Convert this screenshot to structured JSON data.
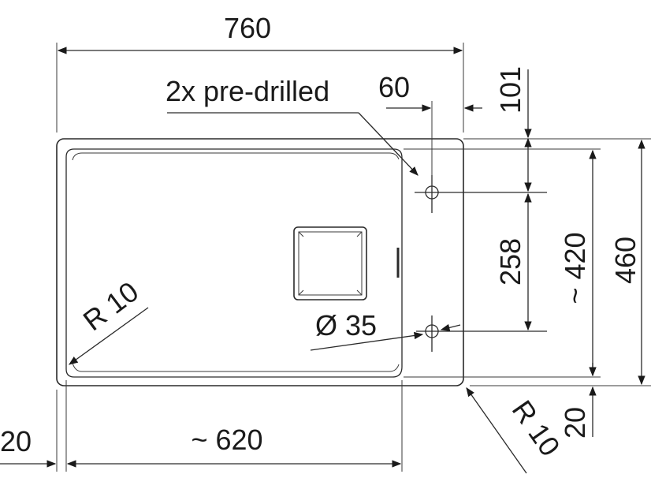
{
  "labels": {
    "width_760": "760",
    "pre_drilled": "2x pre-drilled",
    "offset_60": "60",
    "offset_101": "101",
    "dim_258": "258",
    "dim_420": "~ 420",
    "dim_460": "460",
    "radius_left": "R 10",
    "radius_right": "R 10",
    "hole_35": "Ø 35",
    "dim_20_left": "20",
    "dim_620": "~ 620",
    "dim_20_bottom": "20"
  },
  "colors": {
    "line": "#2a2a2a",
    "text": "#1a1a1a",
    "background": "#ffffff"
  }
}
